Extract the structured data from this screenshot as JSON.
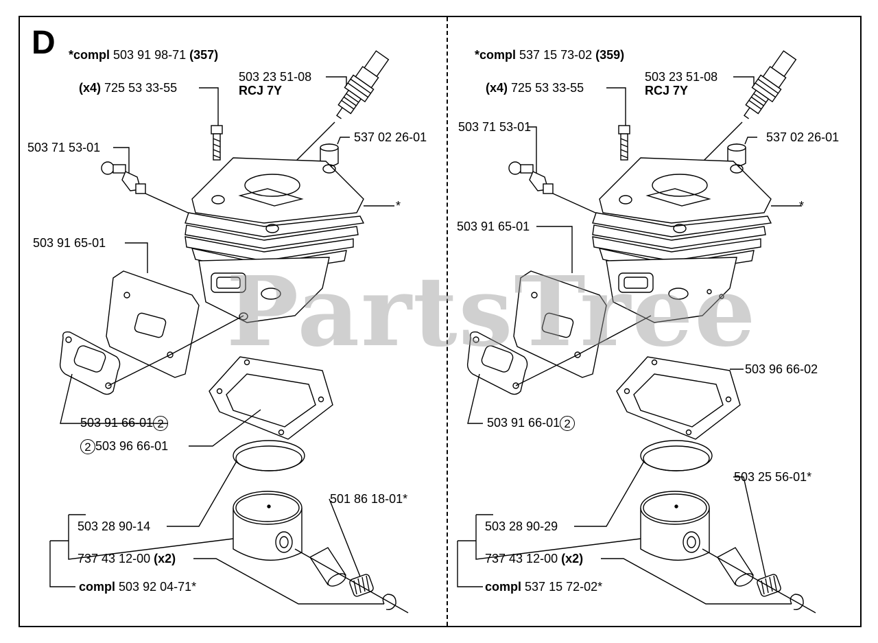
{
  "section_letter": "D",
  "watermark": "PartsTree",
  "left": {
    "compl_prefix": "*compl",
    "compl_number": "503 91 98-71",
    "compl_qty": "(357)",
    "spark_plug_number": "503 23 51-08",
    "spark_plug_type": "RCJ 7Y",
    "bolt_qty": "(x4)",
    "bolt_number": "725 53 33-55",
    "decomp_valve": "503 71 53-01",
    "plug_cap": "537 02 26-01",
    "cylinder_star": "*",
    "muffler_gasket_plate": "503 91 65-01",
    "exhaust_gasket": "503 91 66-01",
    "exhaust_gasket_mark": "2",
    "cylinder_gasket": "503 96 66-01",
    "cylinder_gasket_mark": "2",
    "piston_pin_bearing": "501 86 18-01*",
    "piston": "503 28 90-14",
    "circlip_number": "737 43 12-00",
    "circlip_qty": "(x2)",
    "piston_compl_prefix": "compl",
    "piston_compl_number": "503 92 04-71*"
  },
  "right": {
    "compl_prefix": "*compl",
    "compl_number": "537 15 73-02",
    "compl_qty": "(359)",
    "spark_plug_number": "503 23 51-08",
    "spark_plug_type": "RCJ 7Y",
    "bolt_qty": "(x4)",
    "bolt_number": "725 53 33-55",
    "decomp_valve": "503 71 53-01",
    "plug_cap": "537 02 26-01",
    "cylinder_star": "*",
    "muffler_gasket_plate": "503 91 65-01",
    "exhaust_gasket": "503 91 66-01",
    "exhaust_gasket_mark": "2",
    "cylinder_gasket": "503 96 66-02",
    "piston_pin_bearing": "503 25 56-01*",
    "piston": "503 28 90-29",
    "circlip_number": "737 43 12-00",
    "circlip_qty": "(x2)",
    "piston_compl_prefix": "compl",
    "piston_compl_number": "537 15 72-02*"
  }
}
